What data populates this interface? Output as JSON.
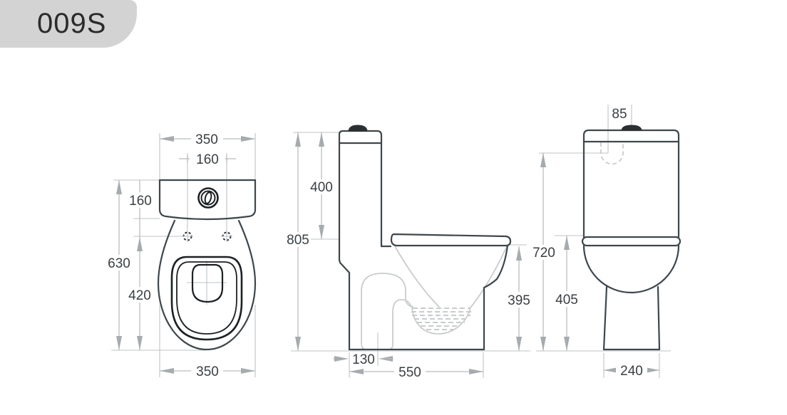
{
  "header": {
    "title": "009S"
  },
  "dims": {
    "top_tank_width": "350",
    "top_bolt_spacing": "160",
    "top_tank_depth": "160",
    "top_total_depth": "630",
    "top_bowl_length": "420",
    "top_bowl_width": "350",
    "side_tank_height": "400",
    "side_total_height": "805",
    "side_rim_height": "395",
    "side_outlet_offset": "130",
    "side_total_depth": "550",
    "rear_button_offset": "85",
    "rear_inlet_height": "720",
    "rear_rim_height": "405",
    "rear_base_width": "240"
  },
  "colors": {
    "header_bg": "#d3d3d3",
    "outline": "#3e474c",
    "seat_ring": "#1d2124",
    "hidden_line": "#c9cccd",
    "dimension_line": "#b9bdbf",
    "dimension_text": "#3a3f43",
    "button_fill": "#2b2f31"
  }
}
